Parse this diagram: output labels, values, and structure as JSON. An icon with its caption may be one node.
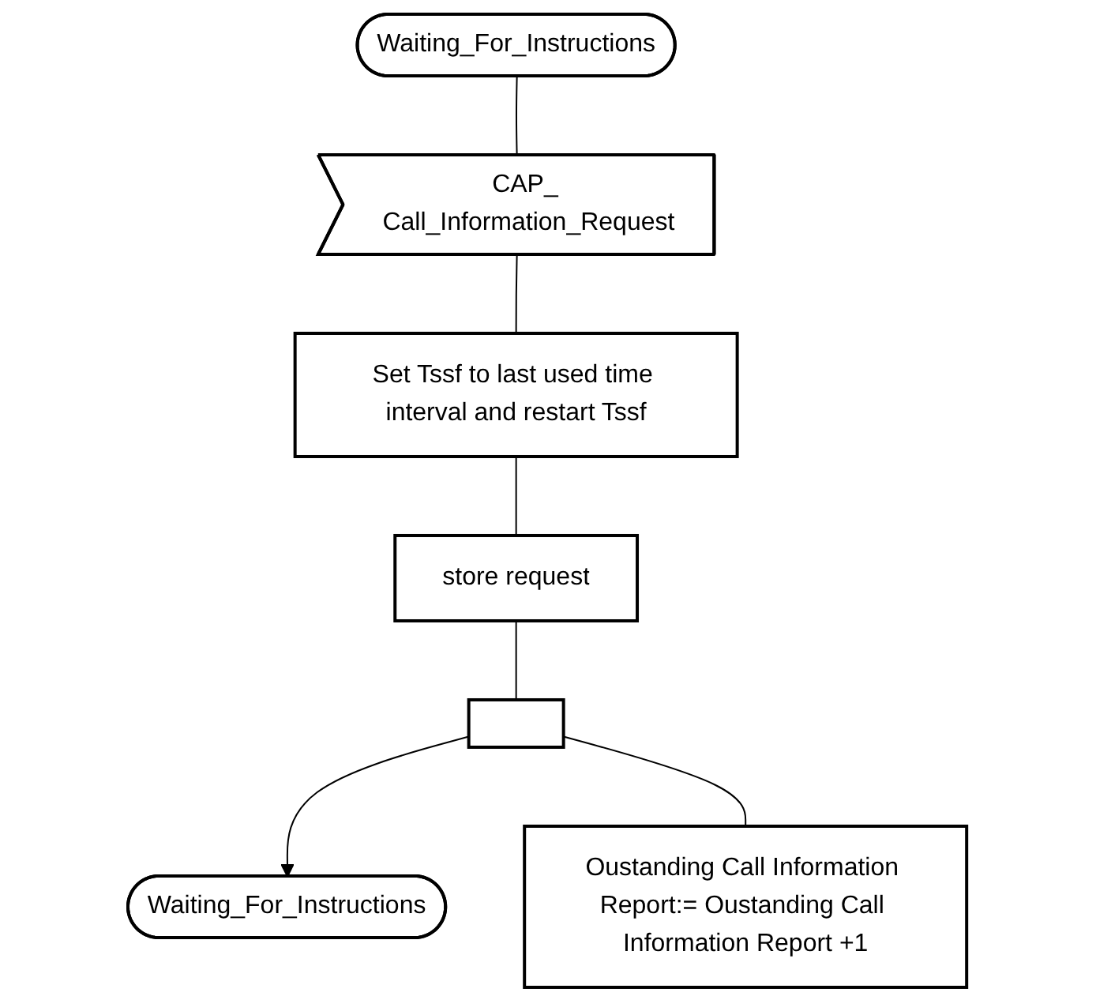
{
  "diagram": {
    "nodes": [
      {
        "text": [
          "Waiting_For_Instructions"
        ]
      },
      {
        "text": [
          "CAP_ Call_Information_Request"
        ]
      },
      {
        "text": [
          "Set Tssf to last used time interval and restart Tssf"
        ]
      },
      {
        "text": [
          "store request"
        ]
      },
      {
        "text": [],
        "shape": "box"
      },
      {
        "text": [
          "Oustanding Call Information Report:= Oustanding Call Information Report +1"
        ]
      },
      {
        "text": [
          "Waiting_For_Instructions"
        ]
      }
    ],
    "edges": [
      {
        "from": 0,
        "to": 1,
        "arrow": "none"
      },
      {
        "from": 1,
        "to": 2,
        "arrow": "none"
      },
      {
        "from": 2,
        "to": 3,
        "arrow": "none"
      },
      {
        "from": 3,
        "to": 4,
        "arrow": "none"
      },
      {
        "from": 4,
        "to": 6,
        "arrow": "to"
      },
      {
        "from": 4,
        "to": 5,
        "arrow": "none"
      }
    ]
  }
}
